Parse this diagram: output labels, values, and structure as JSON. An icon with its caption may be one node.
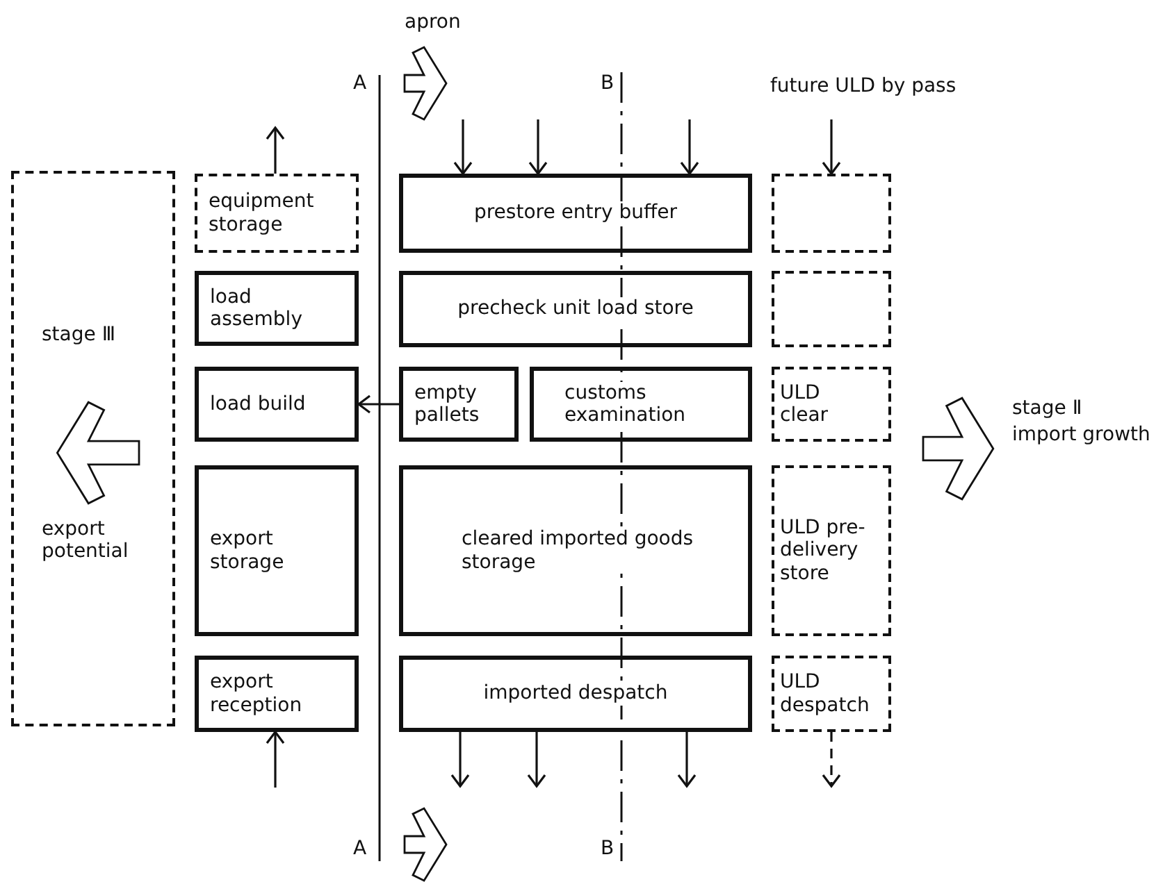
{
  "diagram": {
    "nodes": [
      {
        "text": [
          "stage Ⅲ",
          "export potential"
        ]
      },
      {
        "text": [
          "equipment storage"
        ]
      },
      {
        "text": [
          "load assembly"
        ]
      },
      {
        "text": [
          "load build"
        ]
      },
      {
        "text": [
          "export storage"
        ]
      },
      {
        "text": [
          "export reception"
        ]
      },
      {
        "text": [
          "prestore entry buffer"
        ]
      },
      {
        "text": [
          "precheck unit load store"
        ]
      },
      {
        "text": [
          "empty pallets"
        ]
      },
      {
        "text": [
          "customs examination"
        ]
      },
      {
        "text": [
          "cleared imported goods storage"
        ]
      },
      {
        "text": [
          "imported despatch"
        ]
      },
      {
        "text": [],
        "shape": "box"
      },
      {
        "text": [],
        "shape": "box"
      },
      {
        "text": [
          "ULD clear"
        ]
      },
      {
        "text": [
          "ULD pre-delivery store"
        ]
      },
      {
        "text": [
          "ULD despatch"
        ]
      }
    ],
    "edges": [
      {
        "from": 8,
        "to": 3,
        "arrow": "to"
      },
      {
        "from": 1,
        "to": null,
        "arrow": "to"
      },
      {
        "from": null,
        "to": 5,
        "arrow": "to"
      },
      {
        "from": null,
        "to": 6,
        "arrow": "to"
      },
      {
        "from": null,
        "to": 6,
        "arrow": "to"
      },
      {
        "from": null,
        "to": 6,
        "arrow": "to"
      },
      {
        "from": null,
        "to": 12,
        "arrow": "to"
      },
      {
        "from": 11,
        "to": null,
        "arrow": "to"
      },
      {
        "from": 11,
        "to": null,
        "arrow": "to"
      },
      {
        "from": 11,
        "to": null,
        "arrow": "to"
      },
      {
        "from": 16,
        "to": null,
        "arrow": "to",
        "style": "dashed"
      }
    ],
    "labels": [
      "apron",
      "A",
      "B",
      "future ULD by pass",
      "stage Ⅱ",
      "import growth",
      "A",
      "B"
    ]
  }
}
